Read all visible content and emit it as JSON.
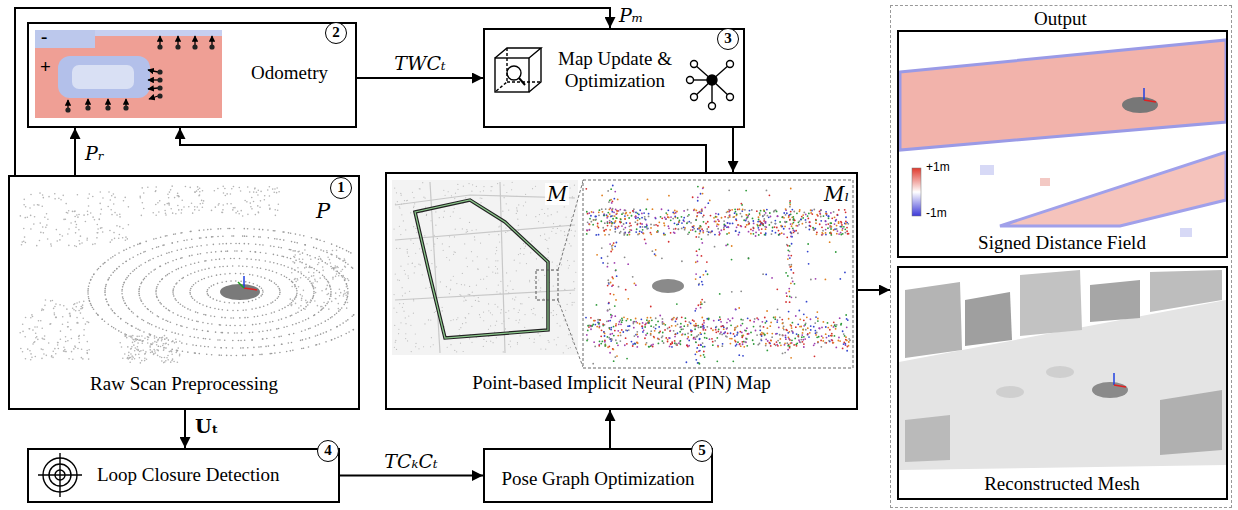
{
  "diagram": {
    "nodes": [
      {
        "text": [
          "Odometry"
        ]
      },
      {
        "text": [
          "Map Update & Optimization"
        ]
      },
      {
        "text": [
          "Raw Scan Preprocessing"
        ]
      },
      {
        "text": [
          "Point-based Implicit Neural (PIN) Map"
        ]
      },
      {
        "text": [
          "Output"
        ]
      },
      {
        "text": [
          "Signed Distance Field"
        ],
        "in": 4
      },
      {
        "text": [
          "Reconstructed Mesh"
        ],
        "in": 4
      },
      {
        "text": [
          "Loop Closure Detection"
        ]
      },
      {
        "text": [
          "Pose Graph Optimization"
        ]
      }
    ],
    "edges": [
      {
        "from": 2,
        "to": 0,
        "arrow": "to",
        "label": "Pᵣ"
      },
      {
        "from": 2,
        "to": 1,
        "arrow": "to",
        "label": "Pₘ"
      },
      {
        "from": 0,
        "to": 1,
        "arrow": "to",
        "label": "TWCₜ"
      },
      {
        "from": 1,
        "to": 3,
        "arrow": "to"
      },
      {
        "from": 3,
        "to": 0,
        "arrow": "to"
      },
      {
        "from": 2,
        "to": 7,
        "arrow": "to",
        "label": "Uₜ"
      },
      {
        "from": 7,
        "to": 8,
        "arrow": "to",
        "label": "TCₖCₜ"
      },
      {
        "from": 8,
        "to": 3,
        "arrow": "to"
      },
      {
        "from": 3,
        "to": 4,
        "arrow": "to"
      }
    ],
    "labels": [
      "2",
      "3",
      "1",
      "P",
      "M",
      "Mₗ",
      "4",
      "5",
      "-",
      "+",
      "+1m",
      "-1m"
    ]
  }
}
